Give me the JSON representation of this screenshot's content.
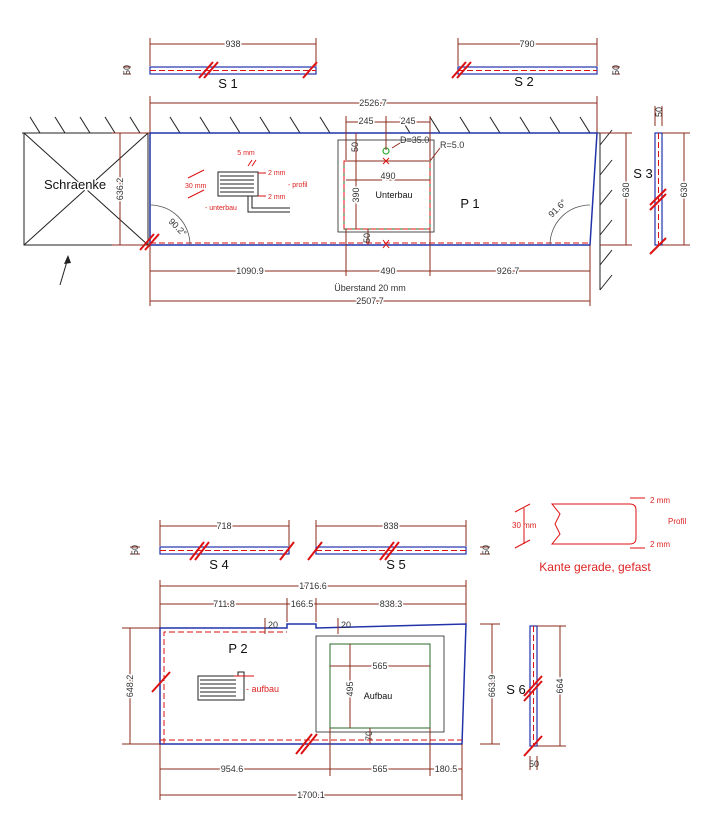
{
  "strips_top": {
    "s1": {
      "label": "S 1",
      "length": "938",
      "width": "50"
    },
    "s2": {
      "label": "S 2",
      "length": "790",
      "width": "50"
    },
    "s3": {
      "label": "S 3",
      "length": "630",
      "width": "50",
      "height_left": "630"
    }
  },
  "panel_p1": {
    "label": "P 1",
    "room_label": "Schraenke",
    "total_top": "2526.7",
    "total_bottom": "2507.7",
    "depth_left": "636.2",
    "depth_right": "630",
    "angle_left": "90.2°",
    "angle_right": "91.6°",
    "seg_left": "1090.9",
    "seg_mid": "490",
    "seg_right": "926.7",
    "overhang": "Überstand 20 mm",
    "sink_label": "Unterbau",
    "sink_width": "490",
    "sink_height": "390",
    "sink_top_offset": "50",
    "sink_bottom_offset": "50",
    "hole_left": "245",
    "hole_right": "245",
    "hole_diameter": "D=35.0",
    "corner_radius": "R=5.0",
    "profile_top": "5 mm",
    "profile_thickness": "30 mm",
    "profile_edge1": "2 mm",
    "profile_edge2": "2 mm",
    "profile_label": "- profil",
    "profile_under": "- unterbau"
  },
  "strips_bottom": {
    "s4": {
      "label": "S 4",
      "length": "718",
      "width": "50"
    },
    "s5": {
      "label": "S 5",
      "length": "838",
      "width": "50"
    },
    "s6": {
      "label": "S 6",
      "length": "664",
      "width": "50",
      "height_left": "663.9"
    }
  },
  "legend": {
    "thickness": "30 mm",
    "edge_top": "2 mm",
    "edge_bottom": "2 mm",
    "profile": "Profil",
    "caption": "Kante gerade, gefast"
  },
  "panel_p2": {
    "label": "P 2",
    "total_top": "1716.6",
    "total_bottom": "1700.1",
    "seg_a": "711.8",
    "seg_b": "166.5",
    "seg_c": "838.3",
    "depth_left": "648.2",
    "bot_left": "954.6",
    "bot_mid": "565",
    "bot_right": "180.5",
    "sink_label": "Aufbau",
    "sink_width": "565",
    "sink_height": "495",
    "sink_bottom_offset": "70",
    "profile_label": "- aufbau",
    "notch_left": "20",
    "notch_right": "20"
  }
}
